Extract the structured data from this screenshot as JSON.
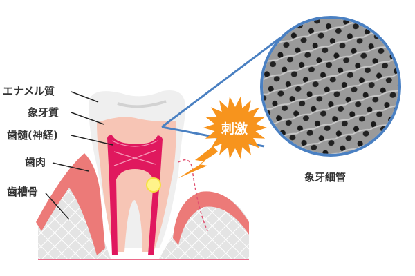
{
  "labels": {
    "enamel": "エナメル質",
    "dentin": "象牙質",
    "pulp": "歯髄(神経)",
    "gum": "歯肉",
    "bone": "歯槽骨",
    "stimulus": "刺激",
    "tubules": "象牙細管"
  },
  "colors": {
    "enamel": "#efefef",
    "dentin": "#f7c5b5",
    "pulp": "#e0185e",
    "gum": "#ec7a78",
    "bone": "#dcdcdc",
    "stimulus": "#f7941d",
    "magnifier_border": "#4a80c2"
  }
}
